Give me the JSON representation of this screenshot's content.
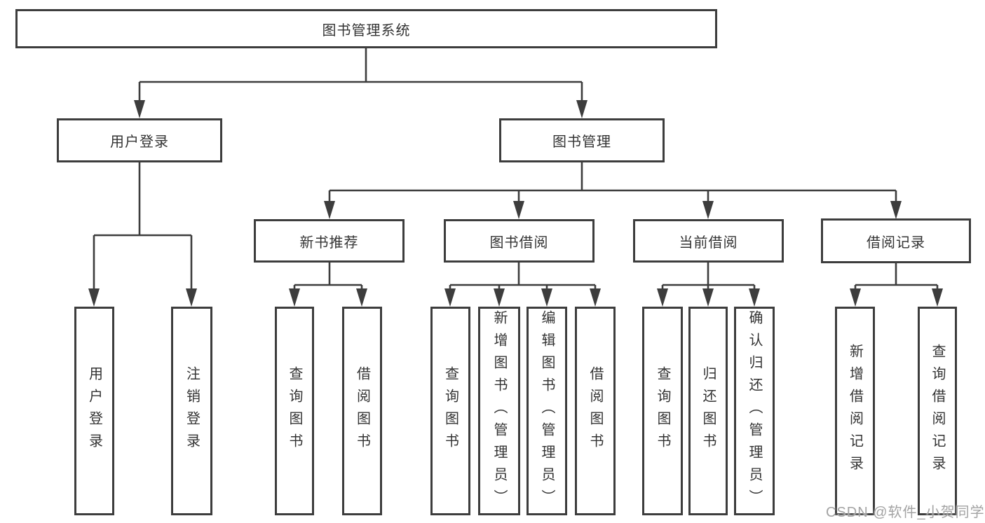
{
  "diagram_title": "图书管理系统",
  "nodes": {
    "root": {
      "label": "图书管理系统"
    },
    "user-login-group": {
      "label": "用户登录"
    },
    "book-mgmt": {
      "label": "图书管理"
    },
    "new-book-rec": {
      "label": "新书推荐"
    },
    "book-borrow": {
      "label": "图书借阅"
    },
    "current-borrow": {
      "label": "当前借阅"
    },
    "borrow-records": {
      "label": "借阅记录"
    },
    "user-login": {
      "label": "用户登录"
    },
    "logout": {
      "label": "注销登录"
    },
    "query-books-1": {
      "label": "查询图书"
    },
    "borrow-books-1": {
      "label": "借阅图书"
    },
    "query-books-2": {
      "label": "查询图书"
    },
    "add-books-admin": {
      "label": "新增图书（管理员）"
    },
    "edit-books-admin": {
      "label": "编辑图书（管理员）"
    },
    "borrow-books-2": {
      "label": "借阅图书"
    },
    "query-books-3": {
      "label": "查询图书"
    },
    "return-books": {
      "label": "归还图书"
    },
    "confirm-return-admin": {
      "label": "确认归还（管理员）"
    },
    "add-borrow-record": {
      "label": "新增借阅记录"
    },
    "query-borrow-record": {
      "label": "查询借阅记录"
    }
  },
  "hierarchy": {
    "图书管理系统": {
      "用户登录": [
        "用户登录",
        "注销登录"
      ],
      "图书管理": {
        "新书推荐": [
          "查询图书",
          "借阅图书"
        ],
        "图书借阅": [
          "查询图书",
          "新增图书（管理员）",
          "编辑图书（管理员）",
          "借阅图书"
        ],
        "当前借阅": [
          "查询图书",
          "归还图书",
          "确认归还（管理员）"
        ],
        "借阅记录": [
          "新增借阅记录",
          "查询借阅记录"
        ]
      }
    }
  },
  "watermark": {
    "text": "CSDN @软件_小贺同学"
  },
  "colors": {
    "line": "#3d3d3d",
    "box_border": "#3d3d3d",
    "box_fill": "#ffffff",
    "text": "#333333",
    "background": "#ffffff",
    "watermark": "#a3a3a3"
  }
}
